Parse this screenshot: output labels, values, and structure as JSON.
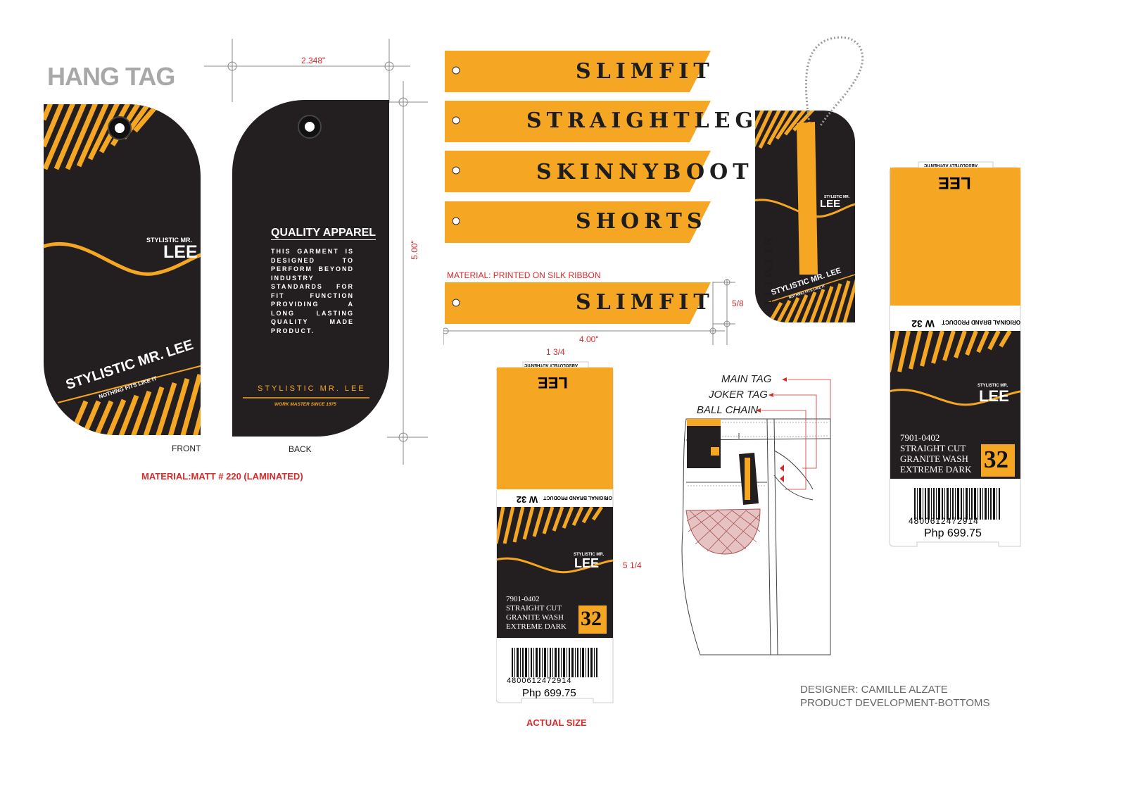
{
  "title": "HANG TAG",
  "dimensions": {
    "width_main": "2.348\"",
    "height_main": "5.00\"",
    "ribbon_height": "5/8",
    "ribbon_width": "4.00\"",
    "card_width": "1 3/4",
    "card_height": "5 1/4"
  },
  "front_tag": {
    "brand_small": "STYLISTIC MR.",
    "brand_big": "LEE",
    "slogan_main": "STYLISTIC MR. LEE",
    "slogan_sub": "NOTHING FITS LIKE IT",
    "caption": "FRONT"
  },
  "back_tag": {
    "heading": "QUALITY APPAREL",
    "body": "THIS GARMENT IS DESIGNED TO PERFORM BEYOND INDUSTRY STANDARDS FOR FIT FUNCTION PROVIDING A LONG LASTING QUALITY MADE PRODUCT.",
    "brand_line": "STYLISTIC MR. LEE",
    "since": "WORK MASTER SINCE 1975",
    "caption": "BACK"
  },
  "material_main": "MATERIAL:MATT # 220 (LAMINATED)",
  "ribbons": [
    "SLIMFIT",
    "STRAIGHTLEG",
    "SKINNYBOOT",
    "SHORTS"
  ],
  "ribbon_material": "MATERIAL: PRINTED ON SILK RIBBON",
  "ribbon_sample": "SLIMFIT",
  "price_tag": {
    "authentic": "ABSOLUTELY AUTHENTIC",
    "logo": "LEE",
    "logo_small": "STYLISTIC MR.",
    "original": "ORIGINAL BRAND PRODUCT",
    "waist": "W 32",
    "code": "7901-0402",
    "line1": "STRAIGHT CUT",
    "line2": "GRANITE WASH",
    "line3": "EXTREME DARK",
    "size": "32",
    "barcode": "4800612472914",
    "price": "Php 699.75"
  },
  "actual_size": "ACTUAL SIZE",
  "callouts": [
    "MAIN TAG",
    "JOKER TAG",
    "BALL CHAIN"
  ],
  "designer": {
    "line1": "DESIGNER: CAMILLE ALZATE",
    "line2": "PRODUCT DEVELOPMENT-BOTTOMS"
  },
  "colors": {
    "orange": "#f5a623",
    "dark": "#231f20",
    "red": "#d42b2b"
  }
}
